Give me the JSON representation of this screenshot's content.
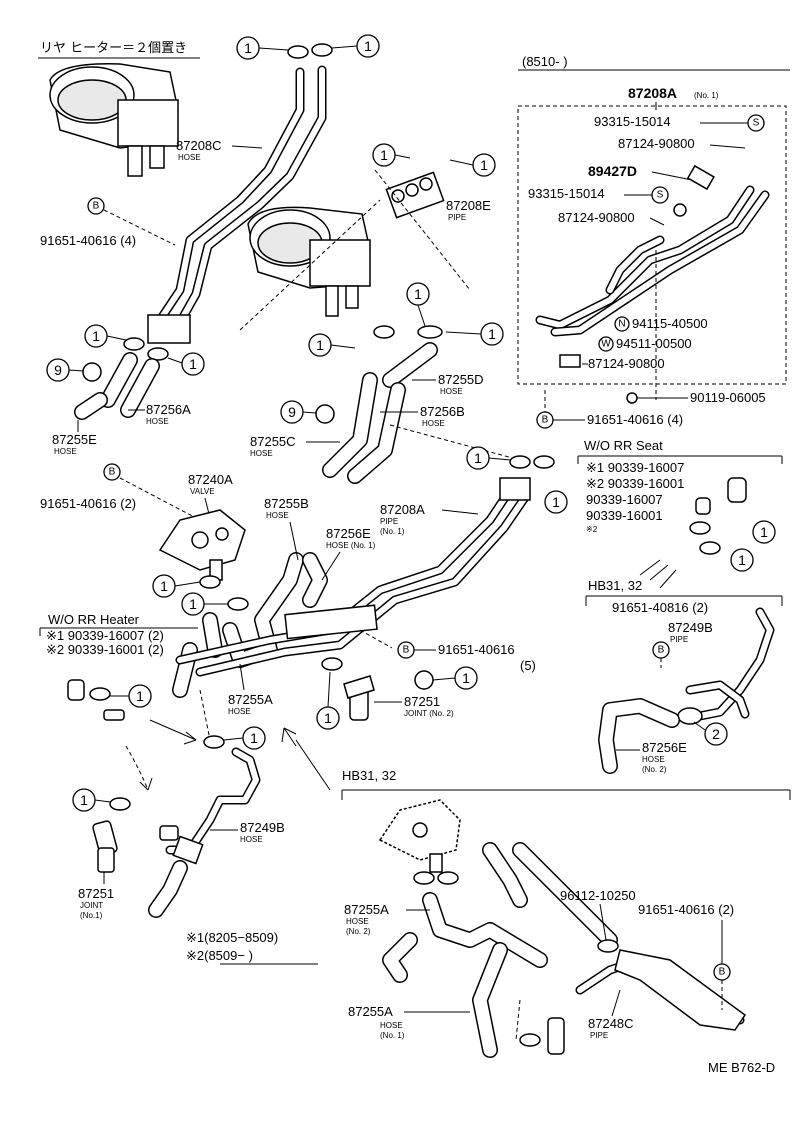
{
  "header": {
    "jp_title": "リヤ ヒーター＝２個置き",
    "serial_range": "(8510-        )",
    "parent_part": "87208A",
    "parent_part_sub": "(No. 1)"
  },
  "callouts": {
    "one": "1",
    "two": "2",
    "nine": "9",
    "b": "B",
    "s": "S",
    "n": "N",
    "w": "W"
  },
  "parts": {
    "p87208C": "87208C",
    "p87208C_desc": "HOSE",
    "p87208E": "87208E",
    "p87208E_desc": "PIPE",
    "p91651_40616_4": "91651-40616 (4)",
    "p87255D": "87255D",
    "p87255D_desc": "HOSE",
    "p87256B": "87256B",
    "p87256B_desc": "HOSE",
    "p87255C": "87255C",
    "p87255C_desc": "HOSE",
    "p87256A": "87256A",
    "p87256A_desc": "HOSE",
    "p87255E": "87255E",
    "p87255E_desc": "HOSE",
    "p93315_15014_a": "93315-15014",
    "p87124_90800_a": "87124-90800",
    "p89427D": "89427D",
    "p93315_15014_b": "93315-15014",
    "p87124_90800_b": "87124-90800",
    "p94115_40500": "94115-40500",
    "p94511_00500": "94511-00500",
    "p87124_90800_c": "87124-90800",
    "p90119_06005": "90119-06005",
    "p91651_40616_4b": "91651-40616 (4)",
    "wo_rr_seat": "W/O RR Seat",
    "seat_l1": "※1 90339-16007",
    "seat_l2": "※2 90339-16001",
    "seat_l3": "90339-16007",
    "seat_l4": "90339-16001",
    "seat_l5": "※2",
    "p91651_40616_2": "91651-40616 (2)",
    "p87240A": "87240A",
    "p87240A_desc": "VALVE",
    "p87255B": "87255B",
    "p87255B_desc": "HOSE",
    "p87256E_1": "87256E",
    "p87256E_1_desc": "HOSE (No. 1)",
    "p87208A": "87208A",
    "p87208A_desc": "PIPE",
    "p87208A_sub": "(No. 1)",
    "p91651_40616_5": "91651-40616",
    "p91651_40616_5_qty": "(5)",
    "p87255A": "87255A",
    "p87255A_desc": "HOSE",
    "p87251_2": "87251",
    "p87251_2_desc": "JOINT (No. 2)",
    "wo_rr_heater": "W/O RR Heater",
    "heater_l1": "※1 90339-16007 (2)",
    "heater_l2": "※2 90339-16001 (2)",
    "hb_a": "HB31, 32",
    "p91651_40816_2": "91651-40816 (2)",
    "p87249B_a": "87249B",
    "p87249B_a_desc": "PIPE",
    "p87256E_2": "87256E",
    "p87256E_2_desc": "HOSE",
    "p87256E_2_sub": "(No. 2)",
    "hb_b": "HB31, 32",
    "p87251_1": "87251",
    "p87251_1_desc": "JOINT",
    "p87251_1_sub": "(No.1)",
    "p87249B_b": "87249B",
    "p87249B_b_desc": "HOSE",
    "p87255A_2": "87255A",
    "p87255A_2_desc": "HOSE",
    "p87255A_2_sub": "(No. 2)",
    "p96112_10250": "96112-10250",
    "p91651_40616_2b": "91651-40616 (2)",
    "p87255A_1": "87255A",
    "p87255A_1_desc": "HOSE",
    "p87255A_1_sub": "(No. 1)",
    "p87248C": "87248C",
    "p87248C_desc": "PIPE"
  },
  "footnotes": {
    "note1": "※1(8205−8509)",
    "note2": "※2(8509−         )"
  },
  "figure_code": "ME B762-D"
}
